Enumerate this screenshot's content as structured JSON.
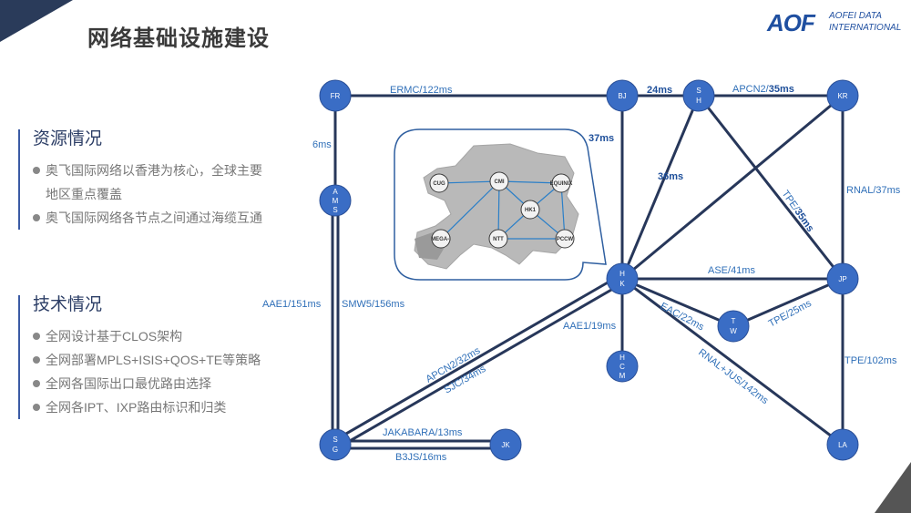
{
  "page": {
    "title": "网络基础设施建设"
  },
  "logo": {
    "mark": "AOF",
    "line1": "AOFEI DATA",
    "line2": "INTERNATIONAL"
  },
  "resources": {
    "heading": "资源情况",
    "items": [
      "奥飞国际网络以香港为核心，全球主要",
      "地区重点覆盖",
      "奥飞国际网络各节点之间通过海缆互通"
    ]
  },
  "tech": {
    "heading": "技术情况",
    "items": [
      "全网设计基于CLOS架构",
      "全网部署MPLS+ISIS+QOS+TE等策略",
      "全网各国际出口最优路由选择",
      "全网各IPT、IXP路由标识和归类"
    ]
  },
  "nodes": {
    "fr": "FR",
    "bj": "BJ",
    "sh": [
      "S",
      "H"
    ],
    "kr": "KR",
    "ams": [
      "A",
      "M",
      "S"
    ],
    "hk": [
      "H",
      "K"
    ],
    "jp": "JP",
    "tw": [
      "T",
      "W"
    ],
    "hcm": [
      "H",
      "C",
      "M"
    ],
    "sg": [
      "S",
      "G"
    ],
    "jk": "JK",
    "la": "LA"
  },
  "links": {
    "ermc": "ERMC/122ms",
    "bj_sh": "24ms",
    "apcn2_name": "APCN2/",
    "apcn2_val": "35ms",
    "fr_ams": "6ms",
    "bj_hk": "37ms",
    "sh_hk": "36ms",
    "tpe_name": "TPE/",
    "tpe_val": "35ms",
    "rnal": "RNAL/37ms",
    "aae1_ams_sg": "AAE1/151ms",
    "smw5": "SMW5/156ms",
    "ase": "ASE/41ms",
    "eac": "EAC/22ms",
    "tpe_tw_jp": "TPE/25ms",
    "aae1_hk_hcm": "AAE1/19ms",
    "apcn2_sg": "APCN2/32ms",
    "sjc": "SJC/34ms",
    "rnal_jus": "RNAL+JUS/142ms",
    "tpe_la": "TPE/102ms",
    "jakabara": "JAKABARA/13ms",
    "b3js": "B3JS/16ms"
  },
  "hk_map": {
    "cug": "CUG",
    "cmi": "CMI",
    "equinix": "EQUINIX",
    "hk1": "HK1",
    "mega": "MEGA-i",
    "ntt": "NTT",
    "pccw": "PCCW"
  }
}
